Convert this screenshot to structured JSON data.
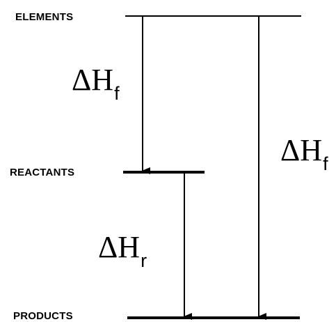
{
  "levels": {
    "elements": "ELEMENTS",
    "reactants": "REACTANTS",
    "products": "PRODUCTS"
  },
  "arrows": {
    "formation_reactants": {
      "symbol": "ΔH",
      "subscript": "f"
    },
    "formation_products": {
      "symbol": "ΔH",
      "subscript": "f"
    },
    "reaction": {
      "symbol": "ΔH",
      "subscript": "r"
    }
  },
  "colors": {
    "line": "#000000",
    "background": "#ffffff"
  }
}
